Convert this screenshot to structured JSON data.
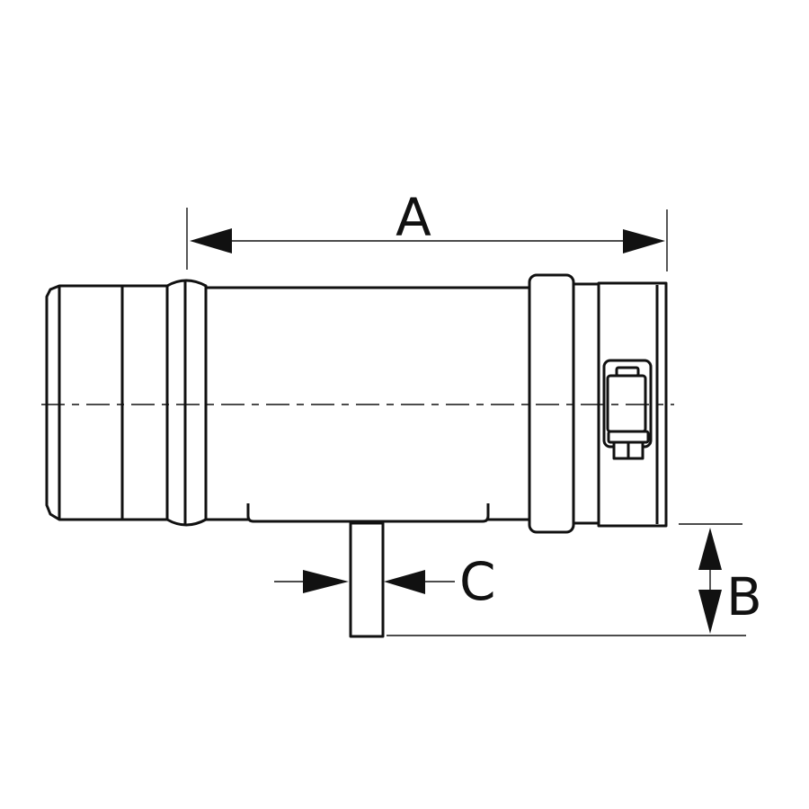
{
  "diagram": {
    "type": "technical-drawing",
    "subject": "pipe tee fitting with locking clamp",
    "colors": {
      "stroke": "#111111",
      "background": "#ffffff"
    },
    "dimensions": {
      "a": {
        "label": "A",
        "orientation": "horizontal"
      },
      "b": {
        "label": "B",
        "orientation": "vertical"
      },
      "c": {
        "label": "C",
        "orientation": "horizontal"
      }
    }
  }
}
